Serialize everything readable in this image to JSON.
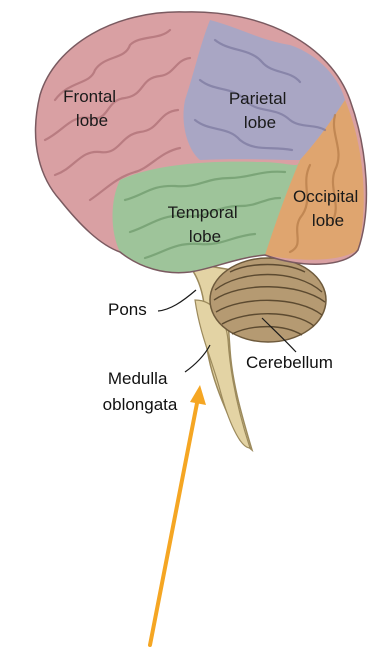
{
  "diagram": {
    "regions": [
      {
        "id": "frontal",
        "lines": [
          "Frontal",
          "lobe"
        ],
        "color": "#d9a0a3"
      },
      {
        "id": "parietal",
        "lines": [
          "Parietal",
          "lobe"
        ],
        "color": "#a9a6c4"
      },
      {
        "id": "occipital",
        "lines": [
          "Occipital",
          "lobe"
        ],
        "color": "#dfa56f"
      },
      {
        "id": "temporal",
        "lines": [
          "Temporal",
          "lobe"
        ],
        "color": "#9ec49a"
      }
    ],
    "callouts": {
      "pons": "Pons",
      "cerebellum": "Cerebellum",
      "medulla": [
        "Medulla",
        "oblongata"
      ]
    },
    "colors": {
      "brainstem": "#e3d3a4",
      "cerebellum": "#b59a72",
      "arrow": "#f5a623"
    }
  }
}
